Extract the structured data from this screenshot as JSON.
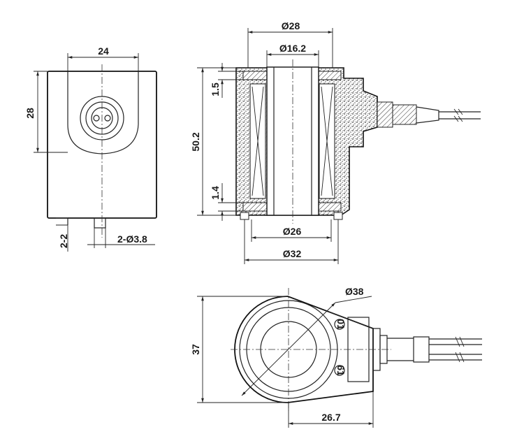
{
  "drawing": {
    "dimensions": {
      "front_width": "24",
      "front_height": "28",
      "pin_depth": "2-2",
      "pin_diameter": "2-Ø3.8",
      "section_outer_top": "Ø28",
      "section_inner_top": "Ø16.2",
      "section_top_wall": "1.5",
      "section_height": "50.2",
      "section_bottom_wall": "1.4",
      "section_bottom_inner": "Ø26",
      "section_bottom_outer": "Ø32",
      "top_diameter": "Ø38",
      "top_height": "37",
      "top_offset": "26.7"
    },
    "terminal_labels": {
      "upper": "01",
      "lower": "61"
    },
    "colors": {
      "line": "#222222",
      "hatch": "#555555"
    }
  }
}
